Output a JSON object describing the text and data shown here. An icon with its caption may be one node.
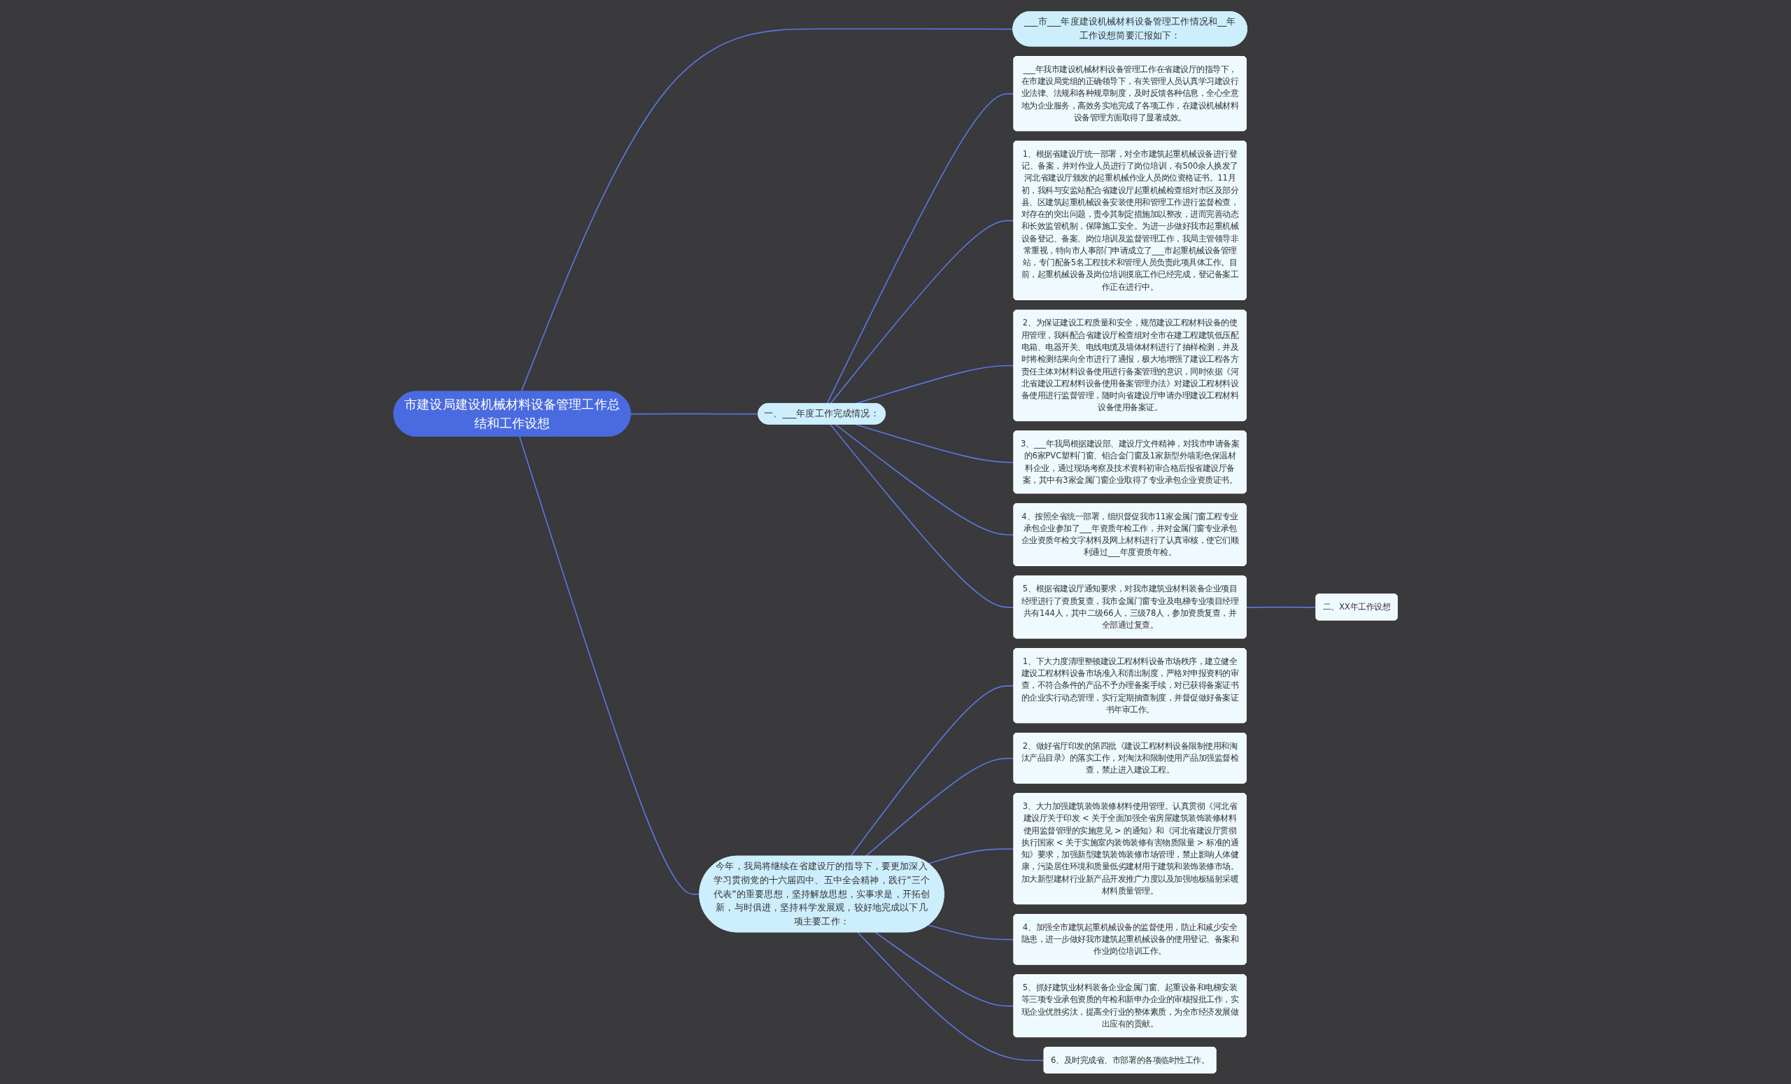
{
  "diagram": {
    "nodes": [
      {
        "text": [
          "市建设局建设机械材料设备管理工作总结和工作设想"
        ]
      },
      {
        "text": [
          "___市___年度建设机械材料设备管理工作情况和__年工作设想简要汇报如下："
        ]
      },
      {
        "text": [
          "一、___年度工作完成情况："
        ]
      },
      {
        "text": [
          "___年我市建设机械材料设备管理工作在省建设厅的指导下，在市建设局党组的正确领导下，有关管理人员认真学习建设行业法律、法规和各种规章制度，及时反馈各种信息，全心全意地为企业服务，高效务实地完成了各项工作，在建设机械材料设备管理方面取得了显著成效。"
        ]
      },
      {
        "text": [
          "1、根据省建设厅统一部署，对全市建筑起重机械设备进行登记、备案，并对作业人员进行了岗位培训，有500余人换发了河北省建设厅颁发的起重机械作业人员岗位资格证书。11月初，我科与安监站配合省建设厅起重机械检查组对市区及部分县、区建筑起重机械设备安装使用和管理工作进行监督检查，对存在的突出问题，责令其制定措施加以整改，进而完善动态和长效监管机制，保障施工安全。为进一步做好我市起重机械设备登记、备案、岗位培训及监督管理工作，我局主管领导非常重视，特向市人事部门申请成立了___市起重机械设备管理站，专门配备5名工程技术和管理人员负责此项具体工作。目前，起重机械设备及岗位培训摸底工作已经完成，登记备案工作正在进行中。"
        ]
      },
      {
        "text": [
          "2、为保证建设工程质量和安全，规范建设工程材料设备的使用管理，我科配合省建设厅检查组对全市在建工程建筑低压配电箱、电器开关、电线电缆及墙体材料进行了抽样检测，并及时将检测结果向全市进行了通报，极大地增强了建设工程各方责任主体对材料设备使用进行备案管理的意识，同时依据《河北省建设工程材料设备使用备案管理办法》对建设工程材料设备使用进行监督管理，随时向省建设厅申请办理建设工程材料设备使用备案证。"
        ]
      },
      {
        "text": [
          "3、___年我局根据建设部、建设厅文件精神，对我市申请备案的6家PVC塑料门窗、铝合金门窗及1家新型外墙彩色保温材料企业，通过现场考察及技术资料初审合格后报省建设厅备案，其中有3家金属门窗企业取得了专业承包企业资质证书。"
        ]
      },
      {
        "text": [
          "4、按照全省统一部署，组织督促我市11家金属门窗工程专业承包企业参加了___年资质年检工作，并对金属门窗专业承包企业资质年检文字材料及网上材料进行了认真审核，使它们顺利通过___年度资质年检。"
        ]
      },
      {
        "text": [
          "5、根据省建设厅通知要求，对我市建筑业材料装备企业项目经理进行了资质复查，我市金属门窗专业及电梯专业项目经理共有144人，其中二级66人，三级78人，参加资质复查，并全部通过复查。"
        ]
      },
      {
        "text": [
          "二、XX年工作设想"
        ]
      },
      {
        "text": [
          "今年，我局将继续在省建设厅的指导下，要更加深入学习贯彻党的十六届四中、五中全会精神，践行“三个代表“的重要思想，坚持解放思想，实事求是，开拓创新，与时俱进，坚持科学发展观，较好地完成以下几项主要工作："
        ]
      },
      {
        "text": [
          "1、下大力度清理整顿建设工程材料设备市场秩序，建立健全建设工程材料设备市场准入和清出制度，严格对申报资料的审查，不符合条件的产品不予办理备案手续，对已获得备案证书的企业实行动态管理，实行定期抽查制度，并督促做好备案证书年审工作。"
        ]
      },
      {
        "text": [
          "2、做好省厅印发的第四批《建设工程材料设备限制使用和淘汰产品目录》的落实工作，对淘汰和限制使用产品加强监督检查，禁止进入建设工程。"
        ]
      },
      {
        "text": [
          "3、大力加强建筑装饰装修材料使用管理。认真贯彻《河北省建设厅关于印发 < 关于全面加强全省房屋建筑装饰装修材料使用监督管理的实施意见 > 的通知》和《河北省建设厅贯彻执行国家 < 关于实施室内装饰装修有害物质限量 > 标准的通知》要求，加强新型建筑装饰装修市场管理，禁止影响人体健康，污染居住环境和质量低劣建材用于建筑和装饰装修市场。加大新型建材行业新产品开发推广力度以及加强地板辐射采暖材料质量管理。"
        ]
      },
      {
        "text": [
          "4、加强全市建筑起重机械设备的监督使用，防止和减少安全隐患，进一步做好我市建筑起重机械设备的使用登记、备案和作业岗位培训工作。"
        ]
      },
      {
        "text": [
          "5、抓好建筑业材料装备企业金属门窗、起重设备和电梯安装等三项专业承包资质的年检和新申办企业的审核报批工作，实现企业优胜劣汰，提高全行业的整体素质，为全市经济发展做出应有的贡献。"
        ]
      },
      {
        "text": [
          "6、及时完成省、市部署的各项临时性工作。"
        ]
      }
    ],
    "edges": [
      {
        "from": 0,
        "to": 1,
        "arrow": "none"
      },
      {
        "from": 0,
        "to": 2,
        "arrow": "none"
      },
      {
        "from": 2,
        "to": 3,
        "arrow": "none"
      },
      {
        "from": 2,
        "to": 4,
        "arrow": "none"
      },
      {
        "from": 2,
        "to": 5,
        "arrow": "none"
      },
      {
        "from": 2,
        "to": 6,
        "arrow": "none"
      },
      {
        "from": 2,
        "to": 7,
        "arrow": "none"
      },
      {
        "from": 2,
        "to": 8,
        "arrow": "none"
      },
      {
        "from": 8,
        "to": 9,
        "arrow": "none"
      },
      {
        "from": 0,
        "to": 10,
        "arrow": "none"
      },
      {
        "from": 10,
        "to": 11,
        "arrow": "none"
      },
      {
        "from": 10,
        "to": 12,
        "arrow": "none"
      },
      {
        "from": 10,
        "to": 13,
        "arrow": "none"
      },
      {
        "from": 10,
        "to": 14,
        "arrow": "none"
      },
      {
        "from": 10,
        "to": 15,
        "arrow": "none"
      },
      {
        "from": 10,
        "to": 16,
        "arrow": "none"
      }
    ]
  }
}
